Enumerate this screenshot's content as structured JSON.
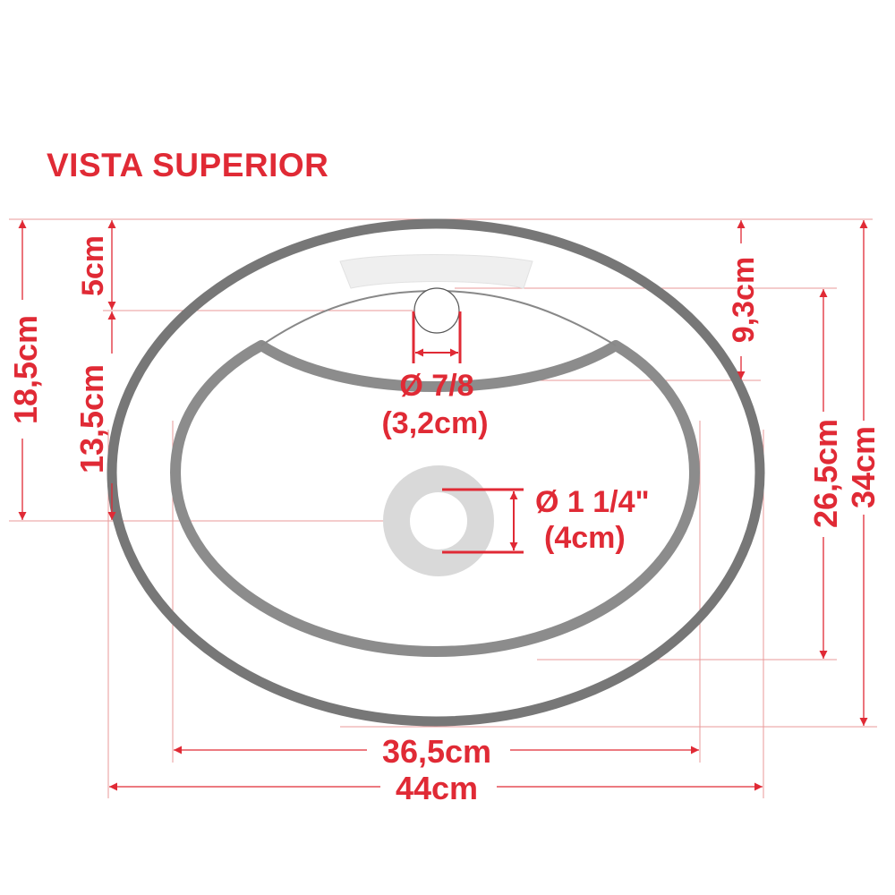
{
  "title": "VISTA SUPERIOR",
  "colors": {
    "dimension": "#e02a35",
    "guide_line": "#e89a9a",
    "outer_rim": "#777777",
    "inner_bowl": "#8c8c8c",
    "drain": "#d9d9d9",
    "background": "#ffffff"
  },
  "dimensions": {
    "left_total": "18,5cm",
    "left_top": "5cm",
    "left_bottom": "13,5cm",
    "right_top": "9,3cm",
    "right_inner": "26,5cm",
    "right_total": "34cm",
    "bottom_inner": "36,5cm",
    "bottom_total": "44cm"
  },
  "faucet_hole": {
    "diameter_label": "Ø 7/8",
    "metric_label": "(3,2cm)"
  },
  "drain": {
    "diameter_label": "Ø 1 1/4\"",
    "metric_label": "(4cm)"
  }
}
